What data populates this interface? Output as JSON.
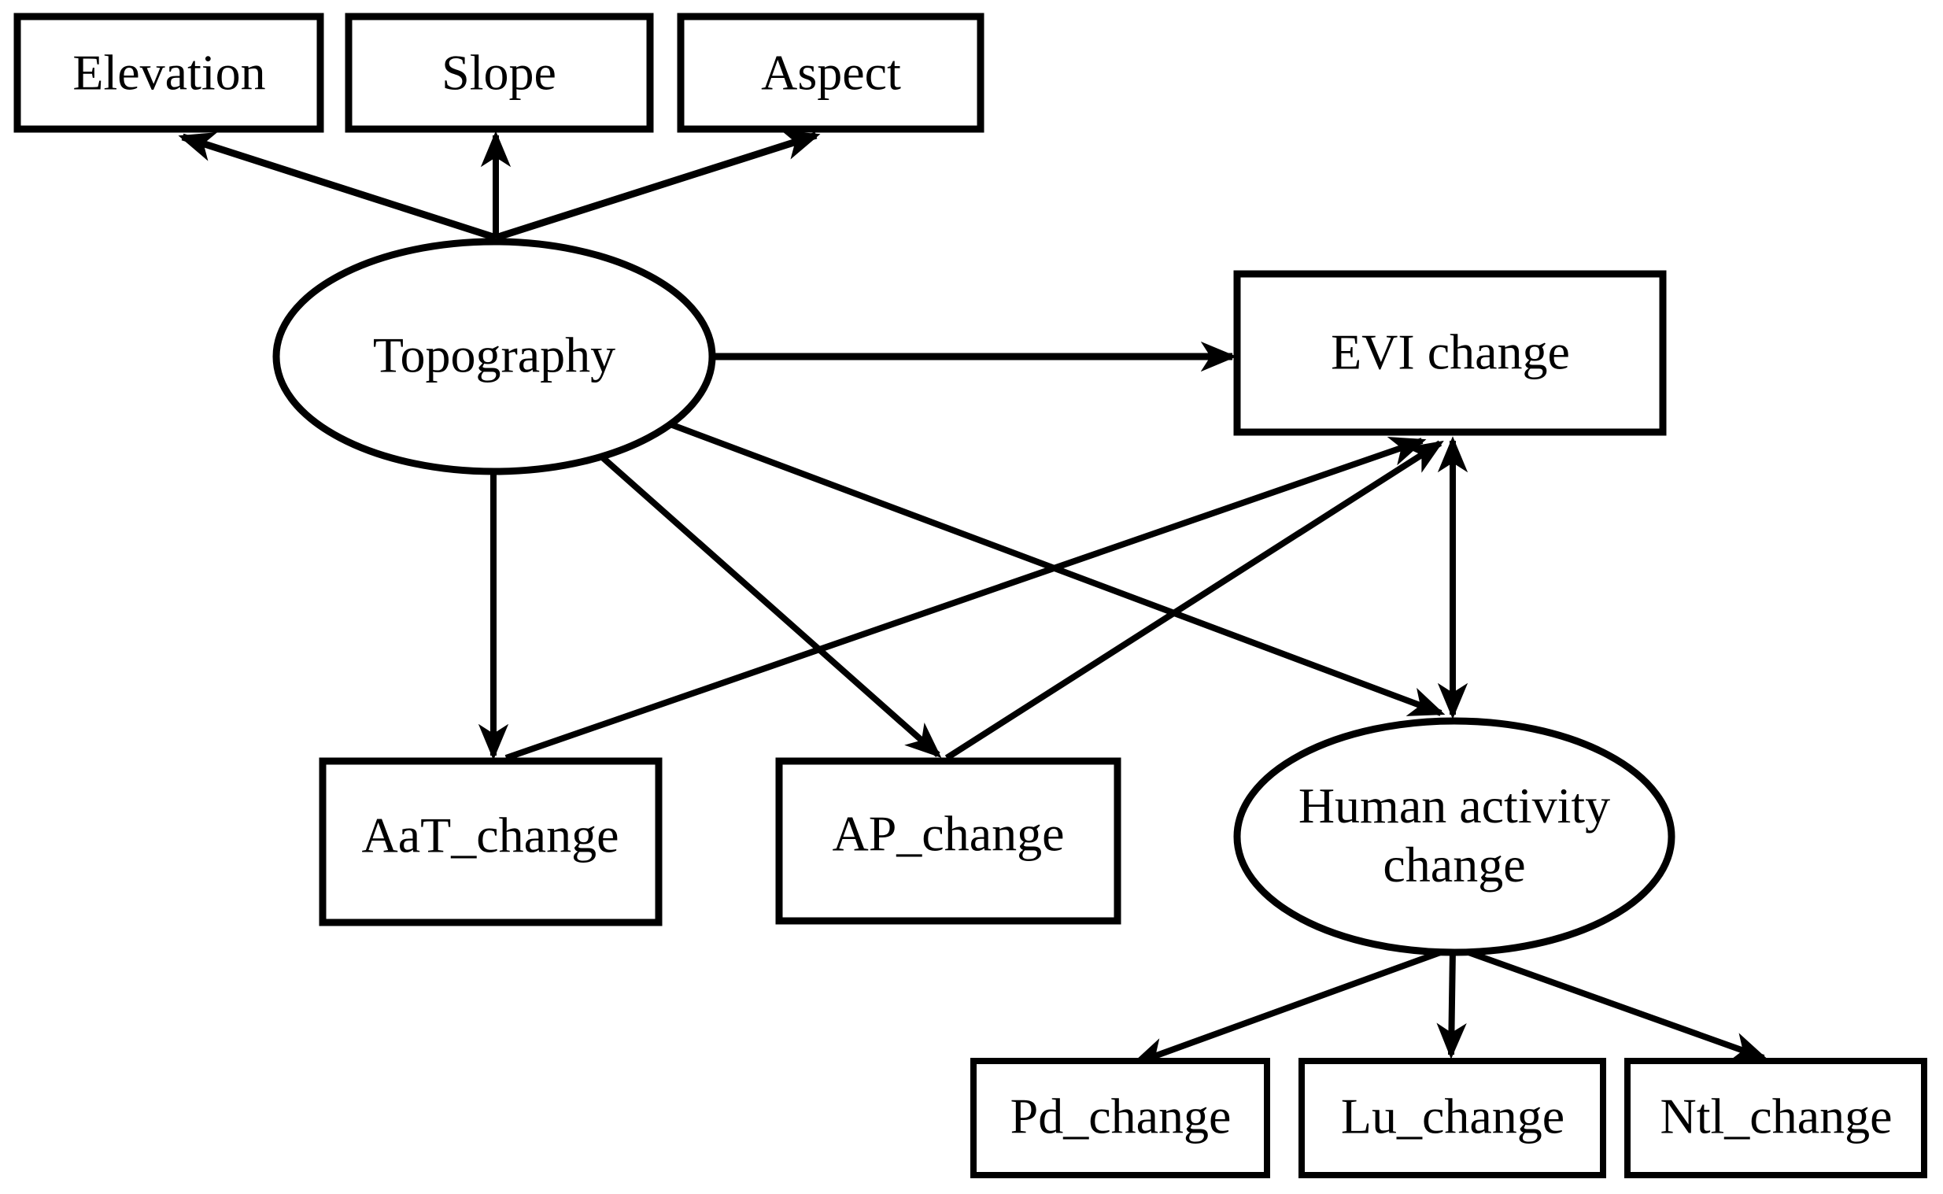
{
  "figure": {
    "type": "path-diagram",
    "background_color": "#ffffff",
    "line_color": "#000000",
    "nodes": {
      "elevation": {
        "label": "Elevation",
        "shape": "rectangle"
      },
      "slope": {
        "label": "Slope",
        "shape": "rectangle"
      },
      "aspect": {
        "label": "Aspect",
        "shape": "rectangle"
      },
      "topography": {
        "label": "Topography",
        "shape": "ellipse"
      },
      "evi_change": {
        "label": "EVI change",
        "shape": "rectangle"
      },
      "aat_change": {
        "label": "AaT_change",
        "shape": "rectangle"
      },
      "ap_change": {
        "label": "AP_change",
        "shape": "rectangle"
      },
      "human_activity_change": {
        "label": "Human activity change",
        "label_line1": "Human activity",
        "label_line2": "change",
        "shape": "ellipse"
      },
      "pd_change": {
        "label": "Pd_change",
        "shape": "rectangle"
      },
      "lu_change": {
        "label": "Lu_change",
        "shape": "rectangle"
      },
      "ntl_change": {
        "label": "Ntl_change",
        "shape": "rectangle"
      }
    },
    "edges": [
      {
        "from": "topography",
        "to": "elevation",
        "arrow": "single"
      },
      {
        "from": "topography",
        "to": "slope",
        "arrow": "single"
      },
      {
        "from": "topography",
        "to": "aspect",
        "arrow": "single"
      },
      {
        "from": "topography",
        "to": "evi_change",
        "arrow": "single"
      },
      {
        "from": "topography",
        "to": "aat_change",
        "arrow": "single"
      },
      {
        "from": "topography",
        "to": "ap_change",
        "arrow": "single"
      },
      {
        "from": "topography",
        "to": "human_activity_change",
        "arrow": "single"
      },
      {
        "from": "aat_change",
        "to": "evi_change",
        "arrow": "single"
      },
      {
        "from": "ap_change",
        "to": "evi_change",
        "arrow": "single"
      },
      {
        "from": "evi_change",
        "to": "human_activity_change",
        "arrow": "double"
      },
      {
        "from": "human_activity_change",
        "to": "pd_change",
        "arrow": "single"
      },
      {
        "from": "human_activity_change",
        "to": "lu_change",
        "arrow": "single"
      },
      {
        "from": "human_activity_change",
        "to": "ntl_change",
        "arrow": "single"
      }
    ]
  }
}
